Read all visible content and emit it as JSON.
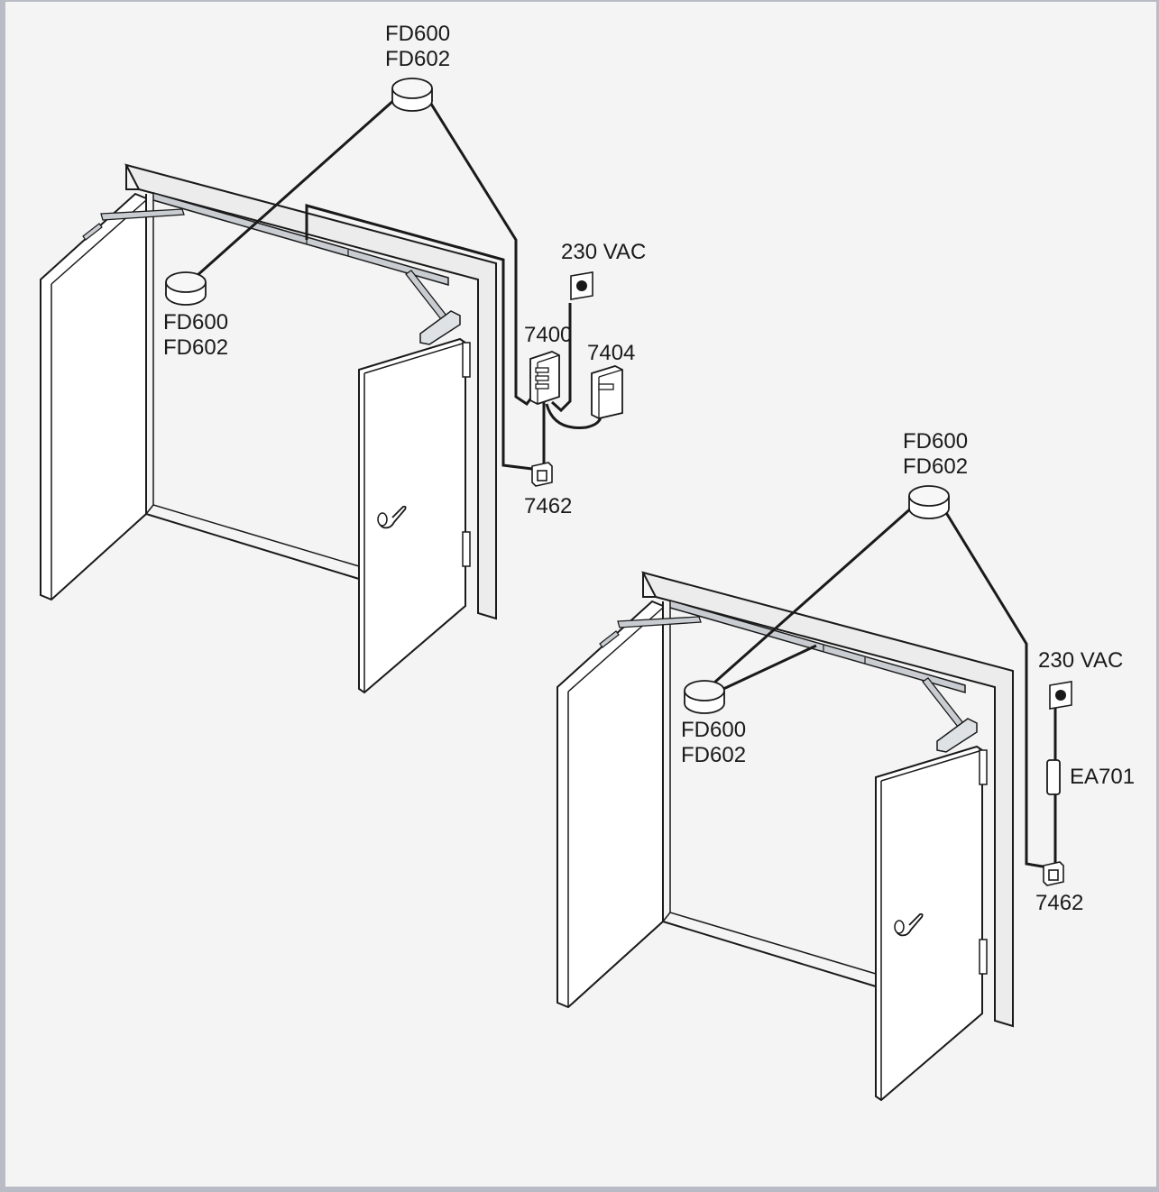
{
  "colors": {
    "background": "#f4f4f4",
    "border": "#b9bcc4",
    "line": "#1a1a1a",
    "part_fill": "#ffffff",
    "rail": "#c9cdd2"
  },
  "left_system": {
    "detector_top": {
      "line1": "FD600",
      "line2": "FD602",
      "icon": "smoke-detector-icon"
    },
    "detector_side": {
      "line1": "FD600",
      "line2": "FD602",
      "icon": "smoke-detector-icon"
    },
    "power": {
      "label": "230 VAC",
      "icon": "power-outlet-icon"
    },
    "control_unit": {
      "label": "7400",
      "icon": "control-unit-icon"
    },
    "power_supply": {
      "label": "7404",
      "icon": "power-supply-icon"
    },
    "release_button": {
      "label": "7462",
      "icon": "push-button-icon"
    }
  },
  "right_system": {
    "detector_top": {
      "line1": "FD600",
      "line2": "FD602",
      "icon": "smoke-detector-icon"
    },
    "detector_side": {
      "line1": "FD600",
      "line2": "FD602",
      "icon": "smoke-detector-icon"
    },
    "power": {
      "label": "230 VAC",
      "icon": "power-outlet-icon"
    },
    "relay": {
      "label": "EA701",
      "icon": "relay-module-icon"
    },
    "release_button": {
      "label": "7462",
      "icon": "push-button-icon"
    }
  }
}
